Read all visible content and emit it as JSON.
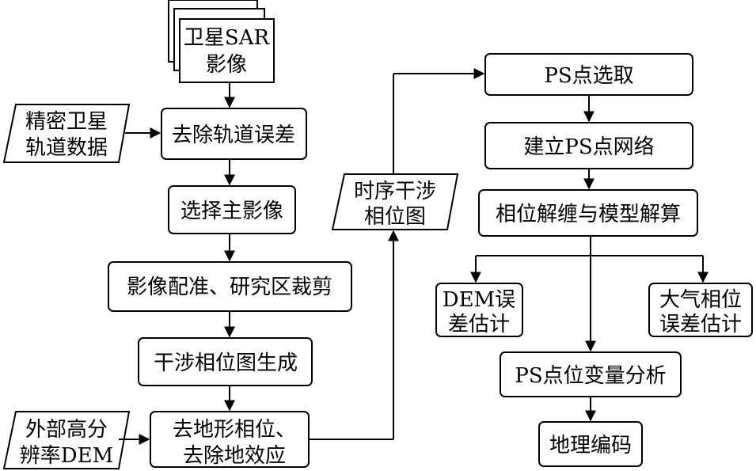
{
  "diagram": {
    "nodes": {
      "sar_images": {
        "line1": "卫星SAR",
        "line2": "影像"
      },
      "precise_orbit": {
        "line1": "精密卫星",
        "line2": "轨道数据"
      },
      "remove_orbit_error": {
        "label": "去除轨道误差"
      },
      "select_master": {
        "label": "选择主影像"
      },
      "coregistration": {
        "label": "影像配准、研究区裁剪"
      },
      "interferogram": {
        "label": "干涉相位图生成"
      },
      "external_dem": {
        "line1": "外部高分",
        "line2": "辨率DEM"
      },
      "remove_topo": {
        "line1": "去地形相位、",
        "line2": "去除地效应"
      },
      "ts_interferograms": {
        "line1": "时序干涉",
        "line2": "相位图"
      },
      "ps_selection": {
        "label": "PS点选取"
      },
      "ps_network": {
        "label": "建立PS点网络"
      },
      "unwrap_model": {
        "label": "相位解缠与模型解算"
      },
      "dem_error": {
        "line1": "DEM误",
        "line2": "差估计"
      },
      "atmo_error": {
        "line1": "大气相位",
        "line2": "误差估计"
      },
      "ps_deformation": {
        "label": "PS点位变量分析"
      },
      "geocoding": {
        "label": "地理编码"
      }
    }
  }
}
